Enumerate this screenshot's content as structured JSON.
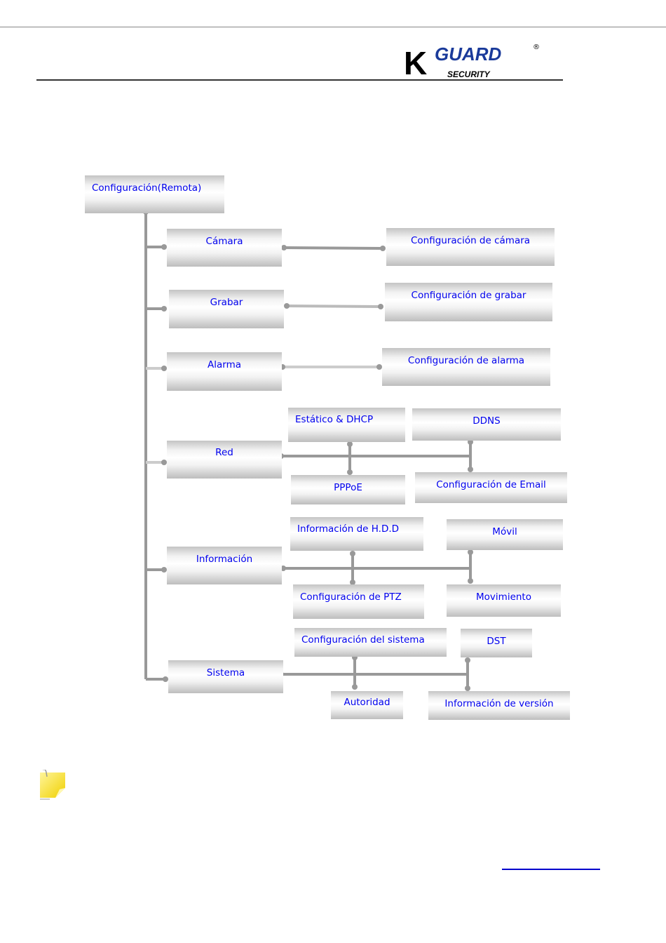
{
  "logo": {
    "brand": "KGUARD",
    "sub": "SECURITY",
    "mark": "®"
  },
  "diagram": {
    "root": "Configuración(Remota)",
    "camara": "Cámara",
    "config_camara": "Configuración de cámara",
    "grabar": "Grabar",
    "config_grabar": "Configuración de grabar",
    "alarma": "Alarma",
    "config_alarma": "Configuración de alarma",
    "red": "Red",
    "estatico": "Estático & DHCP",
    "ddns": "DDNS",
    "pppoe": "PPPoE",
    "email": "Configuración de Email",
    "informacion": "Información",
    "hdd": "Información de H.D.D",
    "movil": "Móvil",
    "ptz": "Configuración de PTZ",
    "movimiento": "Movimiento",
    "sistema": "Sistema",
    "config_sistema": "Configuración del sistema",
    "dst": "DST",
    "autoridad": "Autoridad",
    "version": "Información de versión"
  },
  "colors": {
    "text": "#0000ee",
    "line": "#999999"
  }
}
